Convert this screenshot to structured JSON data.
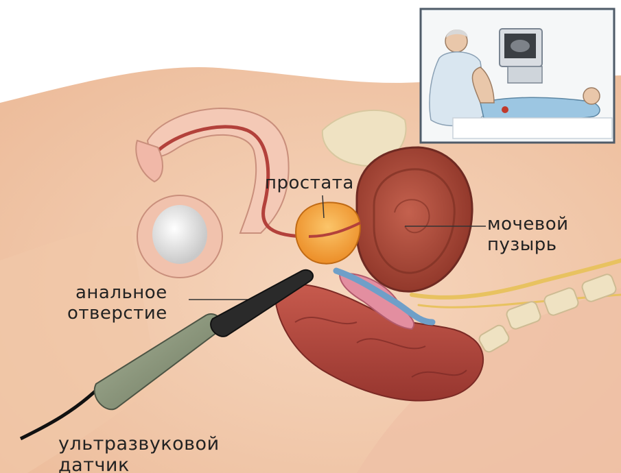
{
  "labels": {
    "prostate": "простата",
    "bladder": [
      "мочевой",
      "пузырь"
    ],
    "anal_opening": [
      "анальное",
      "отверстие"
    ],
    "ultrasound_probe": [
      "ультразвуковой",
      "датчик"
    ]
  },
  "colors": {
    "skin": "#f3cdb0",
    "tissue_pink": "#e9a79a",
    "prostate": "#f4a13a",
    "bladder": "#a6473a",
    "rectum": "#b6483f",
    "vein_blue": "#6f9fc8",
    "bone": "#efe2c2",
    "probe_handle": "#8e9a80",
    "probe_tip": "#2a2a2a",
    "inset_border": "#4f5b68"
  }
}
